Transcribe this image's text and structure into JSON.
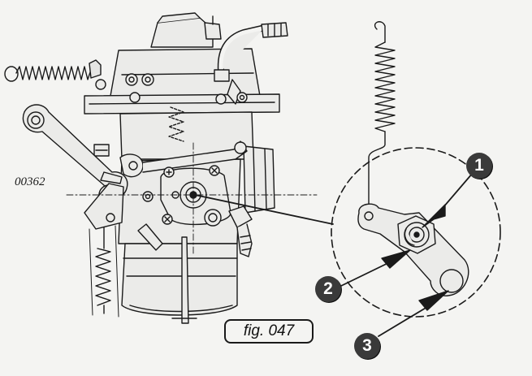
{
  "figure": {
    "part_code": "00362",
    "label": "fig. 047"
  },
  "callouts": [
    {
      "number": "1"
    },
    {
      "number": "2"
    },
    {
      "number": "3"
    }
  ],
  "colors": {
    "ink": "#1a1a1a",
    "callout_fill": "#3a3a3a",
    "paper": "#f4f4f2"
  }
}
